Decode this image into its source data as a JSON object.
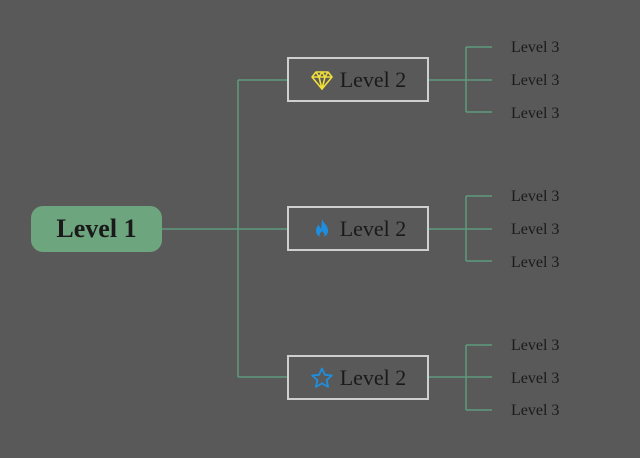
{
  "root": {
    "label": "Level 1",
    "color": "#6da67e"
  },
  "connector_color": "#5f9a7e",
  "branches": [
    {
      "label": "Level 2",
      "icon": "diamond-icon",
      "icon_color": "#f2e03a",
      "children": [
        "Level 3",
        "Level 3",
        "Level 3"
      ]
    },
    {
      "label": "Level 2",
      "icon": "fire-icon",
      "icon_color": "#1e8fe0",
      "children": [
        "Level 3",
        "Level 3",
        "Level 3"
      ]
    },
    {
      "label": "Level 2",
      "icon": "star-icon",
      "icon_color": "#1e8fe0",
      "children": [
        "Level 3",
        "Level 3",
        "Level 3"
      ]
    }
  ]
}
